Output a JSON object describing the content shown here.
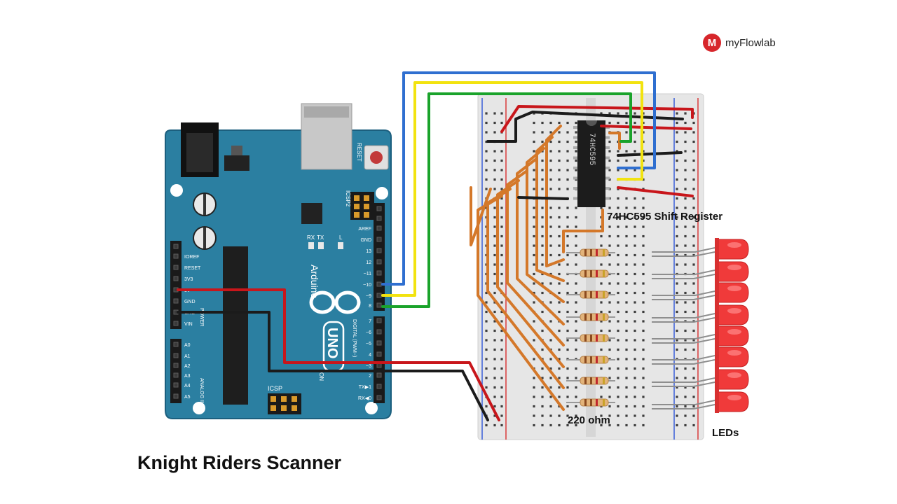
{
  "brand": {
    "logo_letter": "M",
    "name": "myFlowlab"
  },
  "title": "Knight Riders Scanner",
  "labels": {
    "shift_register": "74HC595 Shift Register",
    "resistor": "220 ohm",
    "leds": "LEDs"
  },
  "board": {
    "logo_text": "Arduino",
    "model_text": "UNO",
    "reset_text": "RESET",
    "icsp_text": "ICSP",
    "icsp2_text": "ICSP2",
    "tx_text": "TX",
    "rx_text": "RX",
    "l_text": "L",
    "on_text": "ON",
    "power_pins": [
      "IOREF",
      "RESET",
      "3V3",
      "5V",
      "GND",
      "GND",
      "VIN"
    ],
    "power_group": "POWER",
    "analog_pins": [
      "A0",
      "A1",
      "A2",
      "A3",
      "A4",
      "A5"
    ],
    "analog_group": "ANALOG IN",
    "digital_pins": [
      "AREF",
      "GND",
      "13",
      "12",
      "~11",
      "~10",
      "~9",
      "8",
      "7",
      "~6",
      "~5",
      "4",
      "~3",
      "2",
      "TX▶1",
      "RX◀0"
    ],
    "digital_group": "DIGITAL (PWM~)"
  },
  "chip": {
    "marking": "74HC595"
  },
  "led_count": 8,
  "resistor_count": 8,
  "colors": {
    "board": "#2b7fa1",
    "board_dark": "#1c5f7e",
    "wire_blue": "#2f6fd0",
    "wire_yellow": "#f2e30f",
    "wire_green": "#1aa32b",
    "wire_red": "#c8161b",
    "wire_black": "#1b1b1b",
    "wire_orange": "#d4782a",
    "led_red": "#f03a3a",
    "breadboard": "#e6e6e6",
    "rail_red": "#d83a3a",
    "rail_blue": "#3a5fd8",
    "logo_red": "#d7262b"
  }
}
